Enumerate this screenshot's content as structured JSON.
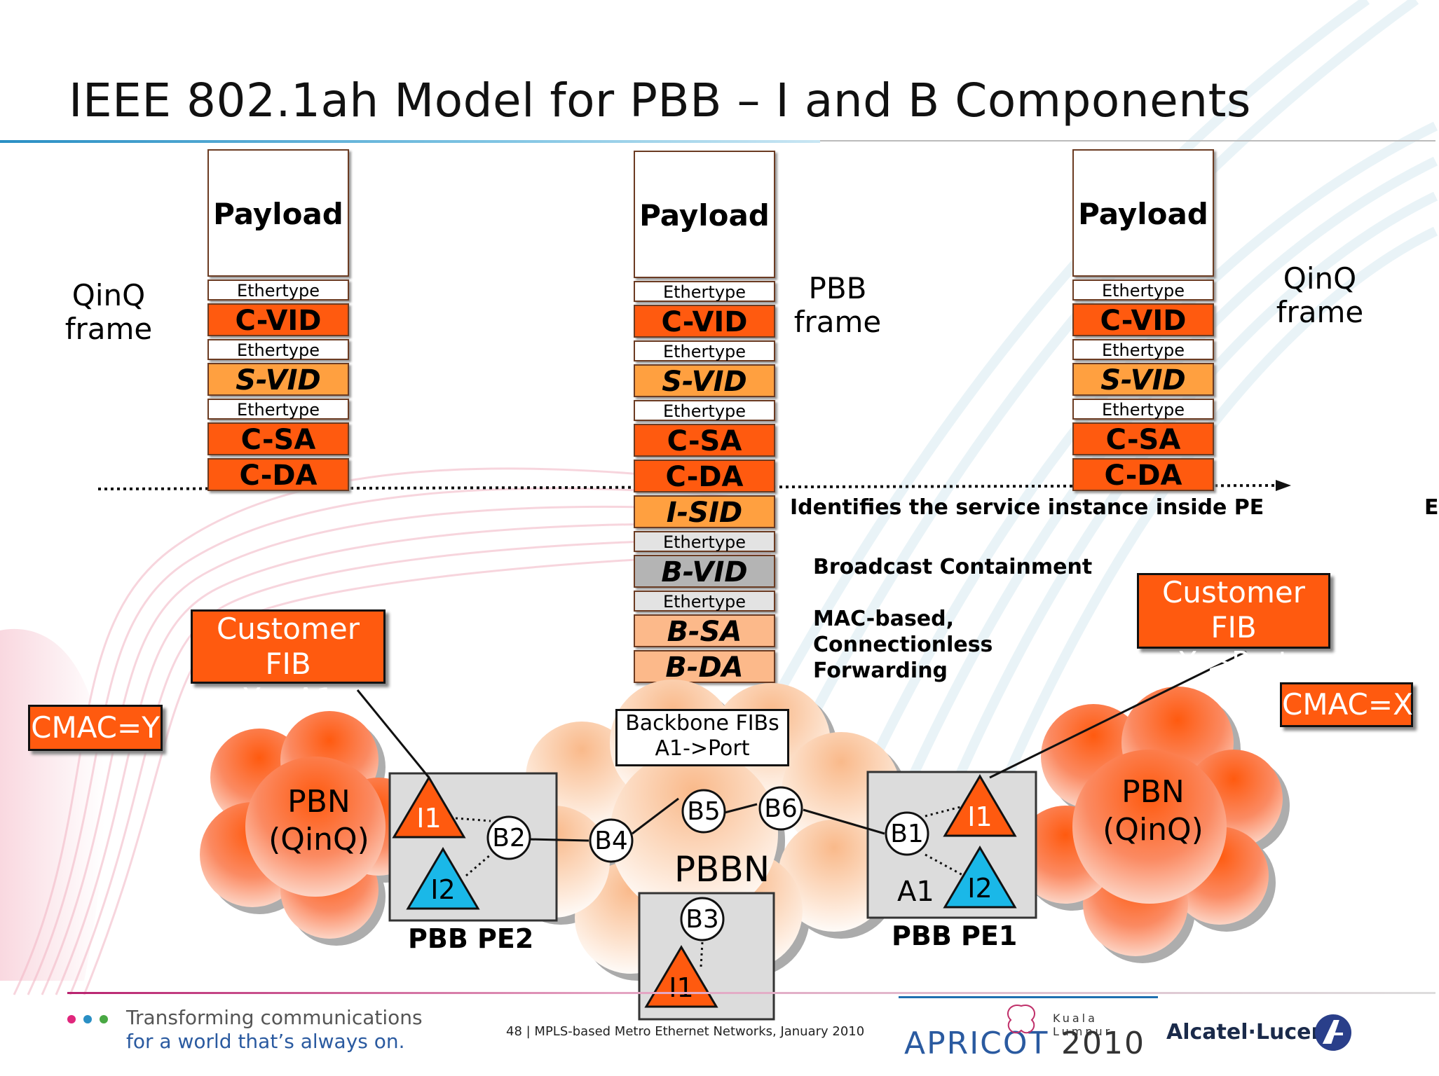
{
  "title": "IEEE 802.1ah Model for PBB – I and B Components",
  "left_frame": {
    "label_line1": "QinQ",
    "label_line2": "frame",
    "cells": [
      "Payload",
      "Ethertype",
      "C-VID",
      "Ethertype",
      "S-VID",
      "Ethertype",
      "C-SA",
      "C-DA"
    ]
  },
  "middle_frame": {
    "label_line1": "PBB",
    "label_line2": "frame",
    "cells": [
      "Payload",
      "Ethertype",
      "C-VID",
      "Ethertype",
      "S-VID",
      "Ethertype",
      "C-SA",
      "C-DA",
      "I-SID",
      "Ethertype",
      "B-VID",
      "Ethertype",
      "B-SA",
      "B-DA"
    ]
  },
  "right_frame": {
    "label_line1": "QinQ",
    "label_line2": "frame",
    "cells": [
      "Payload",
      "Ethertype",
      "C-VID",
      "Ethertype",
      "S-VID",
      "Ethertype",
      "C-SA",
      "C-DA"
    ]
  },
  "notes": {
    "isid": "Identifies the service instance inside PE",
    "isid_clipped": "E",
    "bvid": "Broadcast Containment",
    "bsa_line1": "MAC-based,",
    "bsa_line2": "Connectionless",
    "bsa_line3": "Forwarding"
  },
  "callouts": {
    "left_fib_line1": "Customer FIB",
    "left_fib_line2": "X->A1",
    "right_fib_line1": "Customer FIB",
    "right_fib_line2": "X->Port",
    "cmac_left": "CMAC=Y",
    "cmac_right": "CMAC=X",
    "backbone_fib_line1": "Backbone FIBs",
    "backbone_fib_line2": "A1->Port"
  },
  "network": {
    "pbn_left_line1": "PBN",
    "pbn_left_line2": "(QinQ)",
    "pbn_right_line1": "PBN",
    "pbn_right_line2": "(QinQ)",
    "pbbn": "PBBN",
    "pe2_label": "PBB PE2",
    "pe1_label": "PBB PE1",
    "a1": "A1",
    "nodes": {
      "b1": "B1",
      "b2": "B2",
      "b3": "B3",
      "b4": "B4",
      "b5": "B5",
      "b6": "B6"
    },
    "i_components": {
      "i1": "I1",
      "i2": "I2"
    }
  },
  "footer": {
    "slogan_line1": "Transforming communications",
    "slogan_line2": "for a world that’s always on.",
    "page_caption": "48 | MPLS-based Metro Ethernet Networks, January 2010",
    "event_name": "APRICOT",
    "event_year": "2010",
    "event_city": "Kuala Lumpur",
    "company": "Alcatel·Lucent"
  },
  "colors": {
    "orange": "#ff5a0f",
    "light_orange": "#ffa040",
    "peach": "#fcb98a",
    "grey": "#b4b4b4",
    "blue": "#1ab8e8"
  }
}
